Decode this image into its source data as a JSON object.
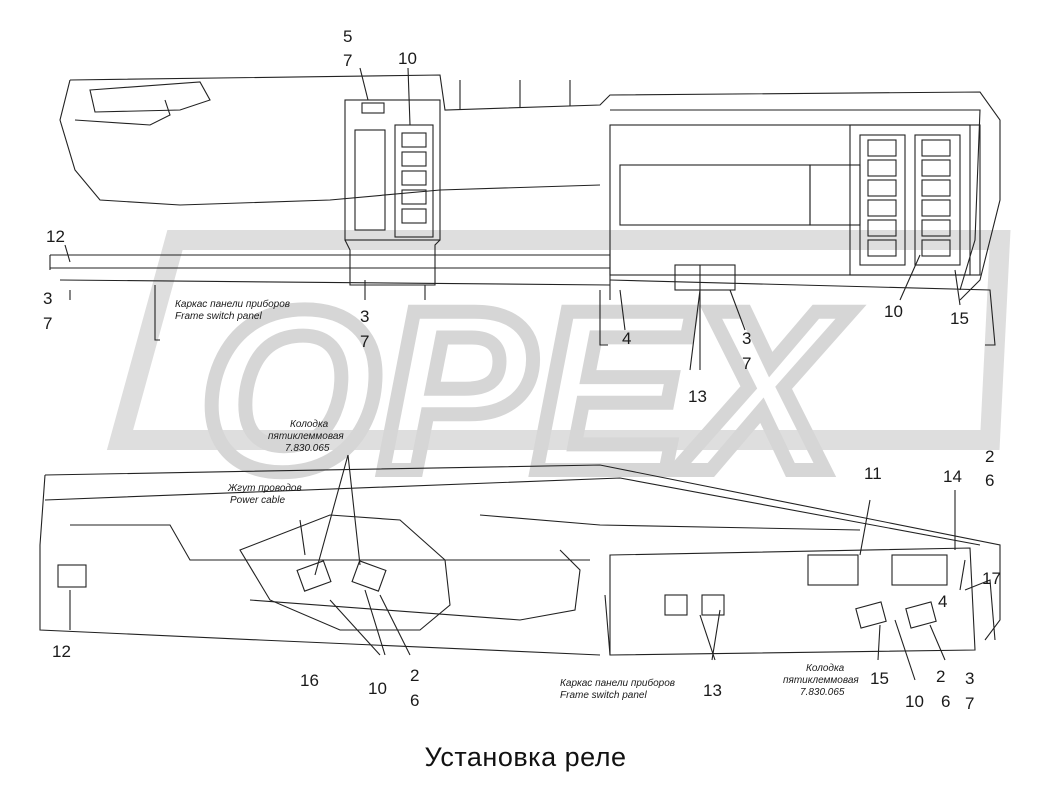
{
  "watermark": {
    "text": "OPEX",
    "color": "#dcdcdc"
  },
  "caption": "Установка реле",
  "callouts": {
    "c5": "5",
    "c7a": "7",
    "c10a": "10",
    "c12a": "12",
    "c3a": "3",
    "c7b": "7",
    "c3b": "3",
    "c7c": "7",
    "c4a": "4",
    "c3c": "3",
    "c7d": "7",
    "c13a": "13",
    "c10b": "10",
    "c15a": "15",
    "c11": "11",
    "c14": "14",
    "c2a": "2",
    "c6a": "6",
    "c17": "17",
    "c4b": "4",
    "c12b": "12",
    "c16": "16",
    "c10c": "10",
    "c2b": "2",
    "c6b": "6",
    "c13b": "13",
    "c15b": "15",
    "c10d": "10",
    "c2c": "2",
    "c6c": "6",
    "c3d": "3",
    "c7e": "7"
  },
  "notes": {
    "frame_ru_top": "Каркас панели приборов",
    "frame_en_top": "Frame switch panel",
    "block_ru_1": "Колодка",
    "block_ru_2": "пятиклеммовая",
    "block_code": "7.830.065",
    "harness_ru": "Жгут проводов",
    "harness_en": "Power cable",
    "frame_ru_bottom": "Каркас панели приборов",
    "frame_en_bottom": "Frame switch panel",
    "block2_ru_1": "Колодка",
    "block2_ru_2": "пятиклеммовая",
    "block2_code": "7.830.065"
  }
}
